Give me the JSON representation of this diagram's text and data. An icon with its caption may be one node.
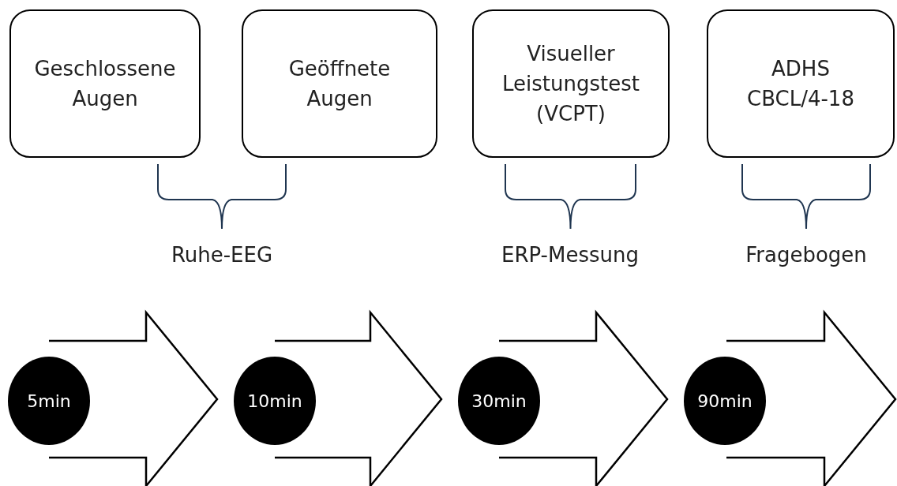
{
  "diagram": {
    "nodes": [
      {
        "text": [
          "Geschlossene Augen"
        ]
      },
      {
        "text": [
          "Geöffnete Augen"
        ]
      },
      {
        "text": [
          "Visueller Leistungstest (VCPT)"
        ]
      },
      {
        "text": [
          "ADHS CBCL/4-18"
        ]
      },
      {
        "text": [
          "5min"
        ]
      },
      {
        "text": [
          "10min"
        ]
      },
      {
        "text": [
          "30min"
        ]
      },
      {
        "text": [
          "90min"
        ]
      }
    ],
    "edges": [
      {
        "from": 4,
        "to": 5,
        "arrow": "to"
      },
      {
        "from": 5,
        "to": 6,
        "arrow": "to"
      },
      {
        "from": 6,
        "to": 7,
        "arrow": "to"
      },
      {
        "from": 7,
        "to": null,
        "arrow": "to"
      }
    ],
    "labels": [
      "Ruhe-EEG",
      "ERP-Messung",
      "Fragebogen"
    ]
  }
}
